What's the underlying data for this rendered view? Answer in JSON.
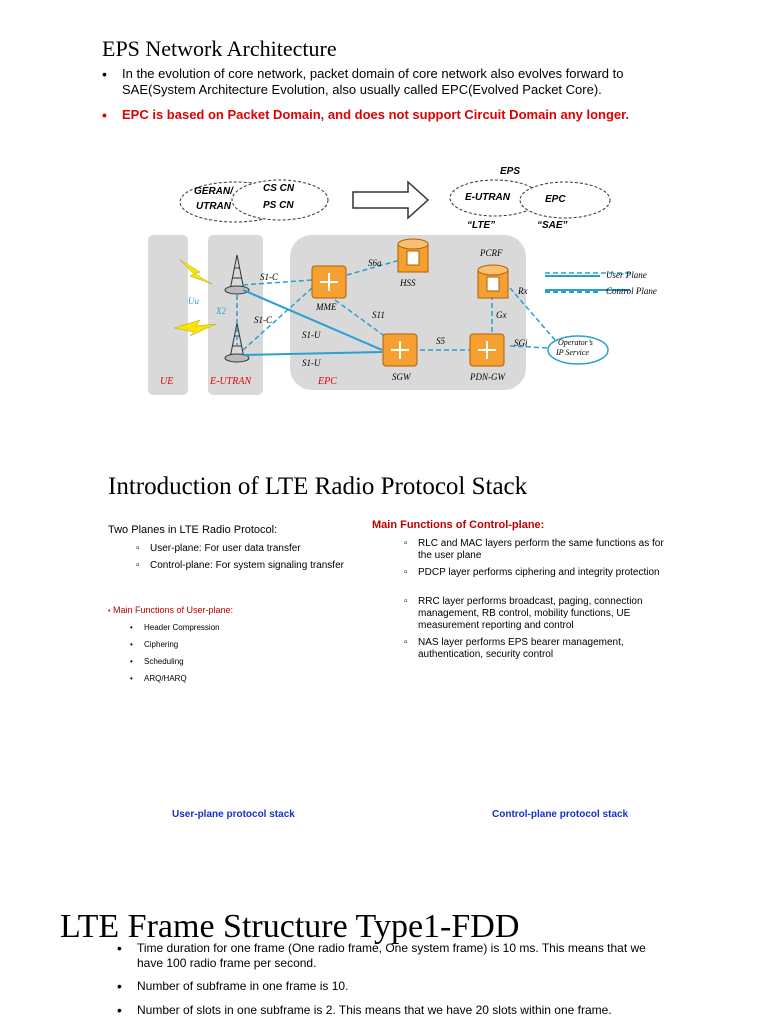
{
  "slide1": {
    "title": "EPS Network Architecture",
    "bullet1": "In the evolution of core network, packet domain of core network also evolves forward to SAE(System Architecture Evolution, also usually called EPC(Evolved Packet Core).",
    "bullet2": "EPC is based on Packet Domain, and does not support Circuit Domain any longer.",
    "diagram": {
      "cloud_left_geran": "GERAN/",
      "cloud_left_utran": "UTRAN",
      "cloud_left_cscn": "CS CN",
      "cloud_left_pscn": "PS CN",
      "eps": "EPS",
      "eutran": "E-UTRAN",
      "epc": "EPC",
      "lte": "“LTE”",
      "sae": "“SAE”",
      "ue": "UE",
      "eutran_zone": "E-UTRAN",
      "epc_zone": "EPC",
      "uu": "Uu",
      "x2": "X2",
      "s1c_top": "S1-C",
      "s1c_bottom": "S1-C",
      "s1u_top": "S1-U",
      "s1u_bottom": "S1-U",
      "s6a": "S6a",
      "s11": "S11",
      "s5": "S5",
      "sgi": "SGi",
      "gx": "Gx",
      "rx": "Rx",
      "mme": "MME",
      "hss": "HSS",
      "pcrf": "PCRF",
      "sgw": "SGW",
      "pdngw": "PDN-GW",
      "operator1": "Operator’s",
      "operator2": "IP Service",
      "legend_user": "User Plane",
      "legend_control": "Control Plane"
    },
    "colors": {
      "accent": "#2aa0d0",
      "red": "#e00000",
      "orange": "#f5a030"
    }
  },
  "slide2": {
    "title": "Introduction of LTE Radio Protocol Stack",
    "two_planes": "Two Planes in LTE Radio Protocol:",
    "plane_items": [
      "User-plane: For user data transfer",
      "Control-plane: For system signaling transfer"
    ],
    "user_main": "Main Functions of User-plane:",
    "user_items": [
      "Header Compression",
      "Ciphering",
      "Scheduling",
      "ARQ/HARQ"
    ],
    "control_main": "Main Functions of Control-plane:",
    "control_items": [
      "RLC and MAC layers perform the same functions as for the user plane",
      "PDCP layer performs ciphering and integrity protection",
      "RRC layer performs broadcast, paging, connection management, RB control, mobility functions, UE measurement reporting and control",
      "NAS layer performs EPS bearer management, authentication, security control"
    ],
    "user_stack": "User-plane protocol stack",
    "control_stack": "Control-plane protocol stack"
  },
  "slide3": {
    "title": "LTE Frame Structure Type1-FDD",
    "bullets": [
      "Time duration for one frame (One radio frame, One system frame) is 10 ms. This means that we have 100 radio frame per second.",
      "Number of subframe in one frame is 10.",
      "Number of slots in one subframe is 2. This means that we have 20 slots within one frame."
    ]
  }
}
